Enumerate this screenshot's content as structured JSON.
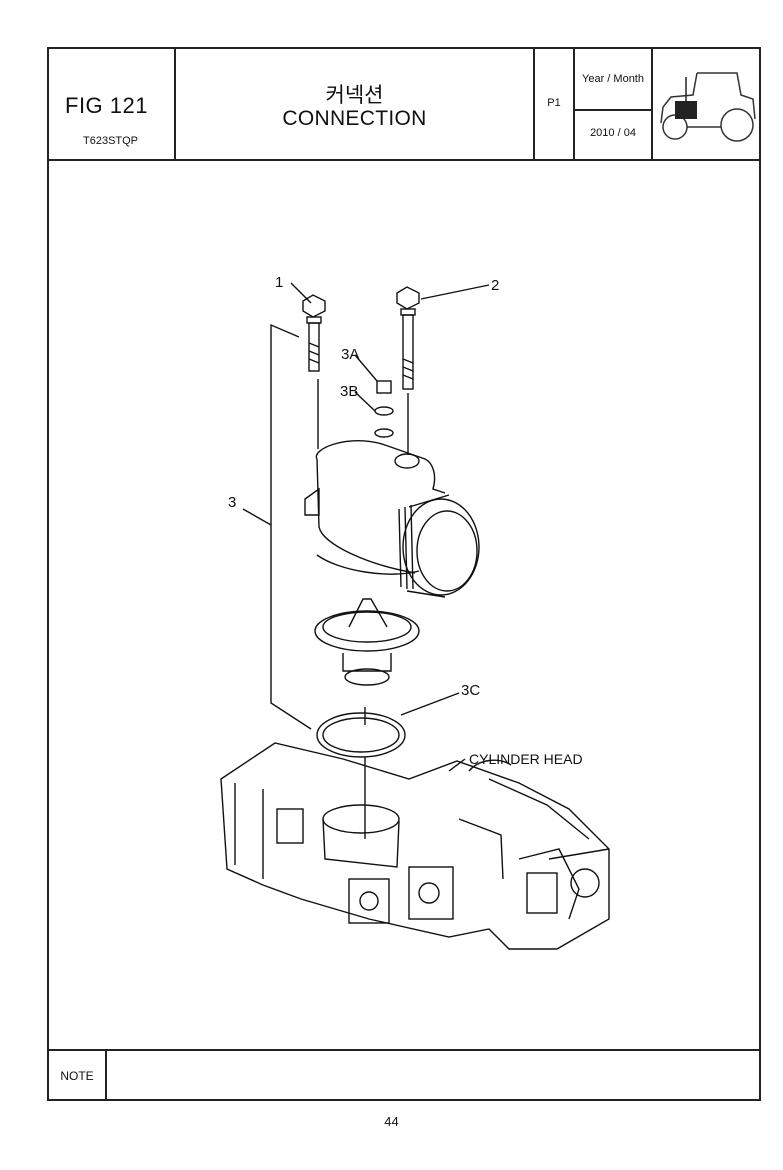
{
  "header": {
    "fig_label": "FIG 121",
    "fig_code": "T623STQP",
    "title_korean": "커넥션",
    "title_english": "CONNECTION",
    "page_code": "P1",
    "year_month_label": "Year / Month",
    "year_month_value": "2010 / 04",
    "thumbnail_icon": "tractor-icon"
  },
  "drawing": {
    "callouts": [
      "1",
      "2",
      "3A",
      "3B",
      "3",
      "3C"
    ],
    "annotation": "CYLINDER HEAD"
  },
  "note": {
    "label": "NOTE",
    "text": ""
  },
  "footer": {
    "page_number": "44"
  }
}
